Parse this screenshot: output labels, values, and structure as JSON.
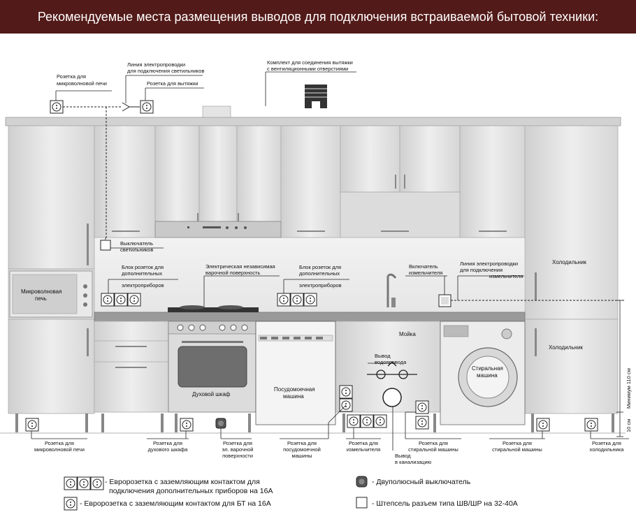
{
  "header": {
    "title": "Рекомендуемые места размещения выводов для подключения встраиваемой бытовой техники:"
  },
  "callouts": {
    "microwave_socket_top": [
      "Розетка для",
      "микроволновой печи"
    ],
    "light_line": [
      "Линия электропроводки",
      "для подключения светильников"
    ],
    "hood_socket": [
      "Розетка для вытяжки"
    ],
    "ventilation_kit": [
      "Комплект для соединения вытяжки",
      "с вентиляционными отверстиями"
    ],
    "light_switch": [
      "Выключатель",
      "светильников"
    ],
    "socket_block_left": [
      "Блок розеток для",
      "дополнительных",
      "электроприборов"
    ],
    "hob": [
      "Электрическая независимая",
      "варочной поверхность"
    ],
    "socket_block_mid": [
      "Блок розеток для",
      "дополнительных",
      "электроприборов"
    ],
    "grinder_switch": [
      "Включатель",
      "измельчителя"
    ],
    "grinder_line": [
      "Линия электропроводки",
      "для подключения",
      "измельчителя"
    ],
    "water_outlet": [
      "Вывод",
      "водопровода"
    ],
    "sewer_outlet": [
      "Вывод",
      "в канализацию"
    ]
  },
  "appliances": {
    "microwave": [
      "Микроволновая",
      "печь"
    ],
    "fridge_top": [
      "Холодильник"
    ],
    "fridge_bottom": [
      "Холодильник"
    ],
    "sink": [
      "Мойка"
    ],
    "washer": [
      "Стиральная",
      "машина"
    ],
    "oven": [
      "Духовой шкаф"
    ],
    "dishwasher": [
      "Посудомоечная",
      "машина"
    ]
  },
  "dimensions": {
    "min_height": "Минимум 110 см",
    "floor_gap": "10 см"
  },
  "bottom_labels": {
    "microwave": [
      "Розетка для",
      "микроволновой печи"
    ],
    "oven": [
      "Розетка для",
      "духового шкафа"
    ],
    "hob": [
      "Розетка для",
      "эл. варочной",
      "поверхности"
    ],
    "dishwasher": [
      "Розетка для",
      "посудомоечной",
      "машины"
    ],
    "grinder": [
      "Розетка для",
      "измельчителя"
    ],
    "washer_mid": [
      "Розетка для",
      "стиральной машины"
    ],
    "washer_right": [
      "Розетка для",
      "стиральной машины"
    ],
    "fridge": [
      "Розетка для",
      "холодильника"
    ]
  },
  "legend": {
    "triple_socket": [
      "- Евророзетка с заземляющим контактом для",
      "подключения дополнительных приборов на 16А"
    ],
    "single_socket": "- Евророзетка с заземляющим контактом для БТ на 16А",
    "double_switch": "- Двуполюсный выключатель",
    "plug_connector": "- Штепсель разъем типа ШВ/ШР на 32-40А"
  },
  "colors": {
    "banner": "#521a18",
    "cabinet": "#dedede",
    "counter": "#9a9a9a",
    "line": "#222222"
  }
}
